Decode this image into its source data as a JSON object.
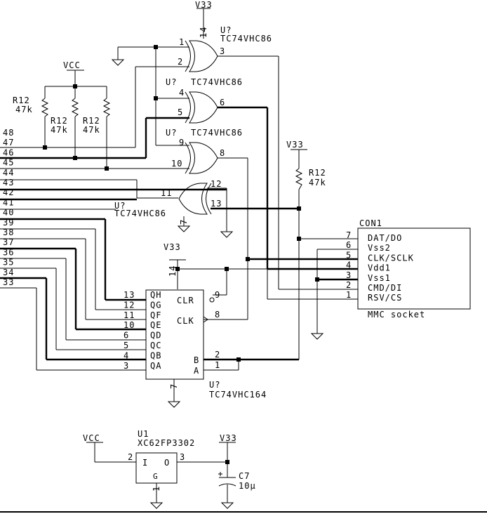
{
  "power": {
    "v33_top": "V33",
    "vcc_left": "VCC",
    "v33_pullup": "V33",
    "v33_sr": "V33",
    "vcc_reg": "VCC",
    "v33_reg": "V33"
  },
  "gates": {
    "u_label": "U?",
    "part": "TC74VHC86",
    "gate1": {
      "pin_a": "1",
      "pin_b": "2",
      "pin_out": "3",
      "pin_vcc": "14"
    },
    "gate2": {
      "pin_a": "4",
      "pin_b": "5",
      "pin_out": "6"
    },
    "gate3": {
      "pin_a": "9",
      "pin_b": "10",
      "pin_out": "8"
    },
    "gate4": {
      "pin_a": "12",
      "pin_b": "13",
      "pin_out": "11",
      "pin_gnd": "7"
    }
  },
  "resistors": {
    "ref": "R12",
    "value": "47k"
  },
  "bus_lines": [
    "48",
    "47",
    "46",
    "45",
    "44",
    "43",
    "42",
    "41",
    "40",
    "39",
    "38",
    "37",
    "36",
    "35",
    "34",
    "33"
  ],
  "shift_register": {
    "ref": "U?",
    "part": "TC74VHC164",
    "vcc_pin": "14",
    "gnd_pin": "7",
    "outputs": [
      {
        "pin": "13",
        "name": "QH"
      },
      {
        "pin": "12",
        "name": "QG"
      },
      {
        "pin": "11",
        "name": "QF"
      },
      {
        "pin": "10",
        "name": "QE"
      },
      {
        "pin": "6",
        "name": "QD"
      },
      {
        "pin": "5",
        "name": "QC"
      },
      {
        "pin": "4",
        "name": "QB"
      },
      {
        "pin": "3",
        "name": "QA"
      }
    ],
    "clr_label": "CLR",
    "clr_pin": "9",
    "clk_label": "CLK",
    "clk_pin": "8",
    "b_label": "B",
    "b_pin": "2",
    "a_label": "A",
    "a_pin": "1"
  },
  "connector": {
    "ref": "CON1",
    "caption": "MMC socket",
    "pins": [
      {
        "pin": "7",
        "name": "DAT/DO"
      },
      {
        "pin": "6",
        "name": "Vss2"
      },
      {
        "pin": "5",
        "name": "CLK/SCLK"
      },
      {
        "pin": "4",
        "name": "Vdd1"
      },
      {
        "pin": "3",
        "name": "Vss1"
      },
      {
        "pin": "2",
        "name": "CMD/DI"
      },
      {
        "pin": "1",
        "name": "RSV/CS"
      }
    ]
  },
  "regulator": {
    "ref": "U1",
    "part": "XC62FP3302",
    "in_pin": "2",
    "out_pin": "3",
    "gnd_pin": "1",
    "in_label": "I",
    "out_label": "O",
    "gnd_label": "G"
  },
  "capacitor": {
    "ref": "C7",
    "value": "10µ"
  }
}
